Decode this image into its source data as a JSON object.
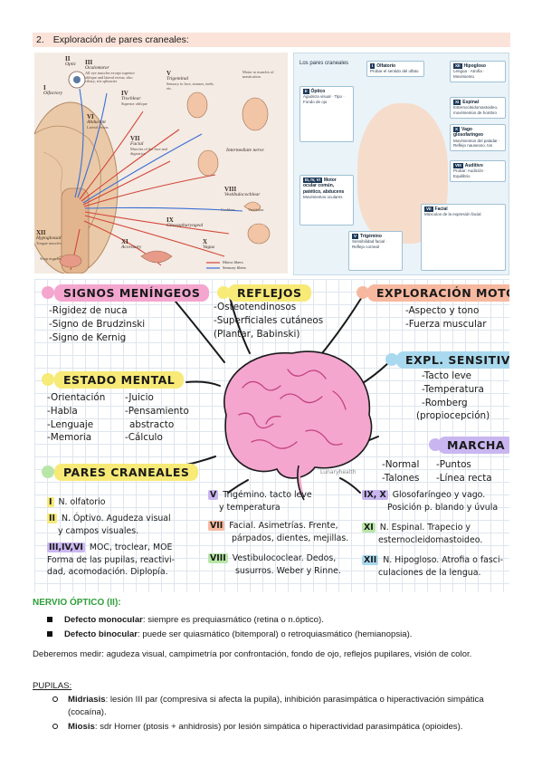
{
  "header": {
    "number": "2.",
    "title": "Exploración de pares craneales:"
  },
  "anatomy_figure": {
    "nerves": [
      {
        "roman": "I",
        "name": "Olfactory"
      },
      {
        "roman": "II",
        "name": "Optic"
      },
      {
        "roman": "III",
        "name": "Oculomotor",
        "desc": "All eye muscles except superior oblique and lateral rectus; also ciliary, iris sphincter"
      },
      {
        "roman": "IV",
        "name": "Trochlear",
        "desc": "Superior oblique"
      },
      {
        "roman": "V",
        "name": "Trigeminal",
        "desc": "Sensory to face, sinuses, teeth, etc."
      },
      {
        "roman": "VI",
        "name": "Abducent",
        "desc": "Lateral rectus"
      },
      {
        "roman": "VII",
        "name": "Facial",
        "desc": "Muscles of the face and digastrics"
      },
      {
        "roman": "VIII",
        "name": "Vestibulocochlear"
      },
      {
        "roman": "IX",
        "name": "Glossopharyngeal"
      },
      {
        "roman": "X",
        "name": "Vagus"
      },
      {
        "roman": "XI",
        "name": "Accessory"
      },
      {
        "roman": "XII",
        "name": "Hypoglossal",
        "desc": "Tongue muscles"
      }
    ],
    "extra_labels": {
      "intermediate": "Intermediate nerve",
      "motor_mastication": "Motor to muscles of mastication",
      "cochlear": "Cochlear",
      "vestibular": "Vestibular",
      "strap_muscles": "Strap muscles"
    },
    "legend": {
      "motor": "Motor fibers",
      "sensory": "Sensory fibers"
    },
    "colors": {
      "motor": "#d4473a",
      "sensory": "#3a6fd4"
    }
  },
  "infographic": {
    "title": "Los pares craneales",
    "cards": [
      {
        "tag": "I",
        "title": "Olfatorio",
        "text": "Probar el sentido del olfato"
      },
      {
        "tag": "II",
        "title": "Óptico",
        "text": "Agudeza visual · Tipo · Fondo de ojo"
      },
      {
        "tag": "XII",
        "title": "Hipogloso",
        "text": "Lengua · Atrofia · Movimiento"
      },
      {
        "tag": "XI",
        "title": "Espinal",
        "text": "Esternocleidomastoideo, movimientos de hombro"
      },
      {
        "tag": "X",
        "title": "Vago glosofaríngeo",
        "text": "Movimientos del paladar · Reflejo nauseoso, tos"
      },
      {
        "tag": "III, IV, VI",
        "title": "Motor ocular común, patético, abducens",
        "text": "Movimientos oculares"
      },
      {
        "tag": "VIII",
        "title": "Auditivo",
        "text": "Probar: Audición · Equilibrio"
      },
      {
        "tag": "V",
        "title": "Trigémino",
        "text": "Sensibilidad facial · Reflejo corneal"
      },
      {
        "tag": "VII",
        "title": "Facial",
        "text": "Músculos de la expresión facial"
      }
    ]
  },
  "board": {
    "signos_meningeos": {
      "title": "SIGNOS MENÍNGEOS",
      "items": [
        "-Rigidez de nuca",
        "-Signo de Brudzinski",
        "-Signo de Kernig"
      ]
    },
    "reflejos": {
      "title": "REFLEJOS",
      "items": [
        "-Osteotendinosos",
        "-Superficiales cutáneos",
        "(Plantar, Babinski)"
      ]
    },
    "exploracion_motora": {
      "title": "EXPLORACIÓN MOTORA",
      "items": [
        "-Aspecto y tono",
        "-Fuerza muscular"
      ]
    },
    "estado_mental": {
      "title": "ESTADO MENTAL",
      "col1": [
        "-Orientación",
        "-Habla",
        "-Lenguaje",
        "-Memoria"
      ],
      "col2": [
        "-Juicio",
        "-Pensamiento",
        "abstracto",
        "-Cálculo"
      ]
    },
    "expl_sensitiva": {
      "title": "EXPL. SENSITIVA",
      "items": [
        "-Tacto leve",
        "-Temperatura",
        "-Romberg",
        "(propiocepción)"
      ]
    },
    "marcha": {
      "title": "MARCHA",
      "col1": [
        "-Normal",
        "-Talones"
      ],
      "col2": [
        "-Puntos",
        "-Línea recta"
      ]
    },
    "pares_craneales": {
      "title": "PARES CRANEALES"
    },
    "pares": {
      "p1_roman": "I",
      "p1_text": "N. olfatorio",
      "p2_roman": "II",
      "p2_text": "N. Óptivo. Agudeza visual",
      "p2_text2": "y campos visuales.",
      "p3_roman": "III,IV,VI",
      "p3_text": "MOC, troclear, MOE",
      "p3_text2": "Forma de las pupilas, reactivi-",
      "p3_text3": "dad, acomodación. Diplopía.",
      "p5_roman": "V",
      "p5_text": "Trigémino. tacto leve",
      "p5_text2": "y temperatura",
      "p7_roman": "VII",
      "p7_text": "Facial. Asimetrías. Frente,",
      "p7_text2": "párpados, dientes, mejillas.",
      "p8_roman": "VIII",
      "p8_text": "Vestibulococlear. Dedos,",
      "p8_text2": "susurros. Weber y Rinne.",
      "p9_roman": "IX, X",
      "p9_text": "Glosofaríngeo y vago.",
      "p9_text2": "Posición p. blando y úvula",
      "p11_roman": "XI",
      "p11_text": "N. Espinal. Trapecio y",
      "p11_text2": "esternocleidomastoideo.",
      "p12_roman": "XII",
      "p12_text": "N. Hipogloso. Atrofia o fasci-",
      "p12_text2": "culaciones de la lengua."
    },
    "signature": "Lunaryhealth"
  },
  "body": {
    "subtitle": "NERVIO ÓPTICO (II):",
    "b1_label": "Defecto monocular",
    "b1_text": ": siempre es prequiasmático (retina o n.óptico).",
    "b2_label": "Defecto binocular",
    "b2_text": ": puede ser quiasmático (bitemporal) o retroquiasmático (hemianopsia).",
    "para": "Deberemos medir: agudeza visual, campimetría por confrontación, fondo de ojo, reflejos pupilares, visión de color.",
    "pupilas_title": "PUPILAS:",
    "p1_label": "Midriasis",
    "p1_text": ": lesión III par (compresiva si afecta la pupila), inhibición parasimpática o hiperactivación simpática (cocaína).",
    "p2_label": "Miosis",
    "p2_text": ": sdr Horner (ptosis + anhidrosis) por lesión simpática o hiperactividad parasimpática (opioides)."
  }
}
